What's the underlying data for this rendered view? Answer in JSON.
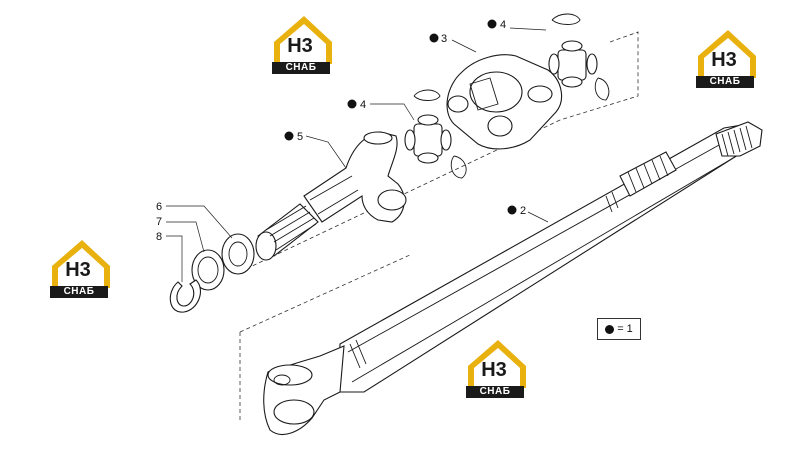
{
  "watermark": {
    "mark": "H3",
    "text": "СНАБ",
    "colors": {
      "roof": "#e8b10e",
      "band": "#1a1a1a"
    }
  },
  "callouts": [
    {
      "id": "c3",
      "label": "3",
      "dot": true
    },
    {
      "id": "c4a",
      "label": "4",
      "dot": true
    },
    {
      "id": "c4b",
      "label": "4",
      "dot": true
    },
    {
      "id": "c5",
      "label": "5",
      "dot": true
    },
    {
      "id": "c2",
      "label": "2",
      "dot": true
    },
    {
      "id": "c6",
      "label": "6",
      "dot": false
    },
    {
      "id": "c7",
      "label": "7",
      "dot": false
    },
    {
      "id": "c8",
      "label": "8",
      "dot": false
    }
  ],
  "legend": {
    "text": "= 1"
  }
}
